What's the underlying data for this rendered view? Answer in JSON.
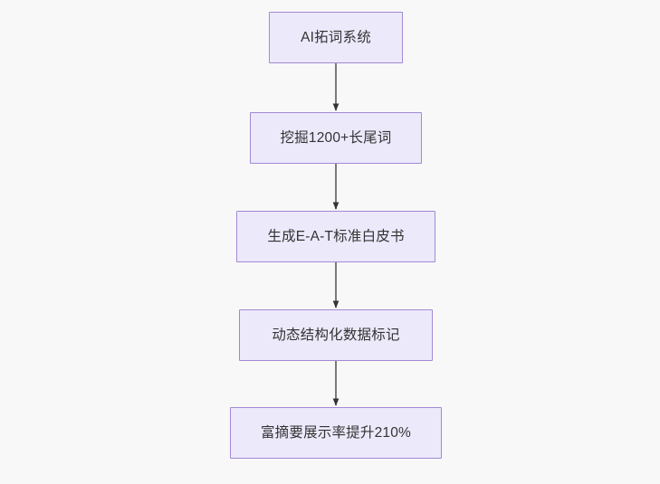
{
  "diagram": {
    "type": "flowchart",
    "direction": "top-to-bottom",
    "background_color": "#f8f8f8",
    "node_fill_color": "#ece9fb",
    "node_border_color": "#a18ad4",
    "node_text_color": "#333333",
    "edge_color": "#7a7a7a",
    "arrowhead_color": "#333333",
    "nodes": [
      {
        "id": "n0",
        "label": "AI拓词系统"
      },
      {
        "id": "n1",
        "label": "挖掘1200+长尾词"
      },
      {
        "id": "n2",
        "label": "生成E-A-T标准白皮书"
      },
      {
        "id": "n3",
        "label": "动态结构化数据标记"
      },
      {
        "id": "n4",
        "label": "富摘要展示率提升210%"
      }
    ],
    "edges": [
      {
        "from": "n0",
        "to": "n1",
        "label": ""
      },
      {
        "from": "n1",
        "to": "n2",
        "label": ""
      },
      {
        "from": "n2",
        "to": "n3",
        "label": ""
      },
      {
        "from": "n3",
        "to": "n4",
        "label": ""
      }
    ]
  }
}
